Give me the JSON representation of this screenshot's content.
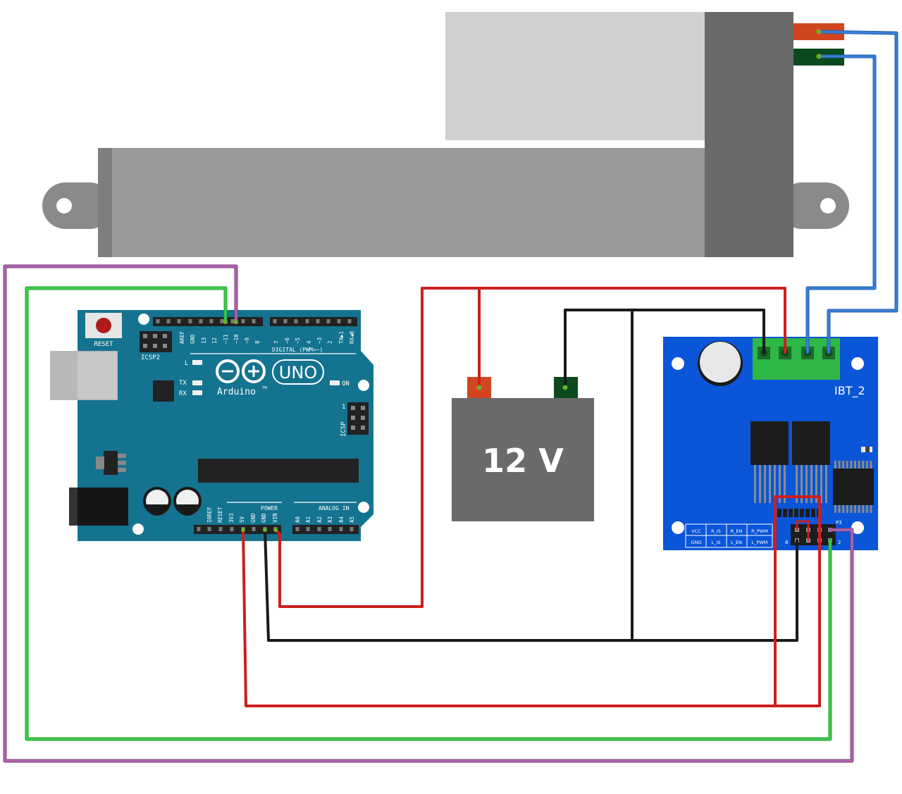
{
  "arduino": {
    "reset_label": "RESET",
    "icsp2_label": "ICSP2",
    "icsp_label": "ICSP",
    "l_label": "L",
    "tx_label": "TX",
    "rx_label": "RX",
    "on_label": "ON",
    "uno_label": "UNO",
    "brand_label": "Arduino",
    "tm_label": "TM",
    "digital_label": "DIGITAL (PWM=~)",
    "power_label": "POWER",
    "analog_label": "ANALOG IN",
    "icsp_pin1": "1",
    "digital_pins": [
      "AREF",
      "GND",
      "13",
      "12",
      "~11",
      "~10",
      "~9",
      "8",
      "7",
      "~6",
      "~5",
      "4",
      "~3",
      "2",
      "TX▶1",
      "RX◀0"
    ],
    "power_pins": [
      "IOREF",
      "RESET",
      "3V3",
      "5V",
      "GND",
      "GND",
      "VIN"
    ],
    "analog_pins": [
      "A0",
      "A1",
      "A2",
      "A3",
      "A4",
      "A5"
    ]
  },
  "battery": {
    "label": "12 V"
  },
  "driver": {
    "name": "IBT_2",
    "header_label": "P3",
    "pin_label_left": "8",
    "pin_label_right": "2",
    "pins_top": [
      "VCC",
      "R_IS",
      "R_EN",
      "R_PWM"
    ],
    "pins_bottom": [
      "GND",
      "L_IS",
      "L_EN",
      "L_PWM"
    ]
  },
  "colors": {
    "wire_red": "#cc1f1f",
    "wire_black": "#1a1a1a",
    "wire_green": "#22bb33",
    "wire_purple": "#9b4f9b",
    "wire_blue": "#3a7fd5",
    "arduino_board": "#14738f",
    "driver_board": "#0a55d8",
    "battery_body": "#6a6a6a"
  }
}
